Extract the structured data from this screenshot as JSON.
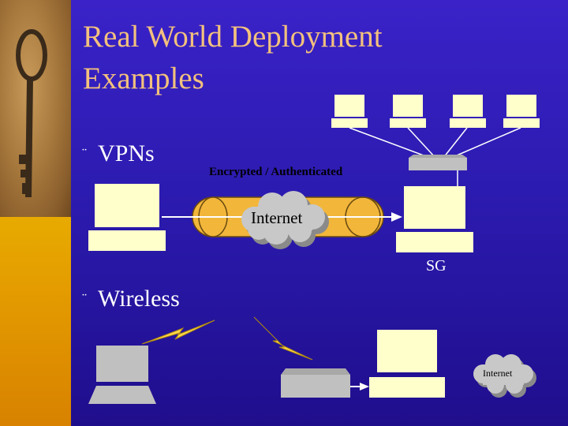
{
  "slide": {
    "title_line1": "Real World Deployment",
    "title_line2": "Examples",
    "bullets": [
      "VPNs",
      "Wireless"
    ],
    "bullet_glyph": "¨"
  },
  "vpn_diagram": {
    "tunnel_label": "Encrypted / Authenticated",
    "cloud_label": "Internet",
    "gateway_label": "SG"
  },
  "wireless_diagram": {
    "cloud_label": "Internet"
  },
  "colors": {
    "background": "#2a1aa8",
    "title": "#f3c17d",
    "computer": "#ffffcc",
    "tunnel": "#f2b63a",
    "device_gray": "#c0c0c0",
    "lightning": "#ffd84a"
  },
  "icons": [
    "key-photo",
    "computer-icon",
    "router-icon",
    "lightning-icon",
    "cloud-icon"
  ]
}
